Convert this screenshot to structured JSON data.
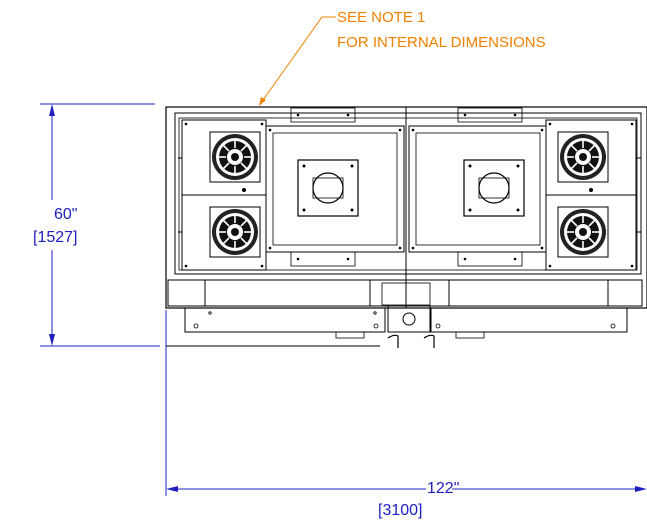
{
  "note": {
    "line1": "SEE NOTE 1",
    "line2": "FOR INTERNAL DIMENSIONS"
  },
  "height_dim": {
    "imperial": "60\"",
    "metric": "[1527]"
  },
  "width_dim": {
    "imperial": "122\"",
    "metric": "[3100]"
  },
  "colors": {
    "callout": "#f08000",
    "dimension": "#2020c0",
    "linework": "#000000"
  }
}
